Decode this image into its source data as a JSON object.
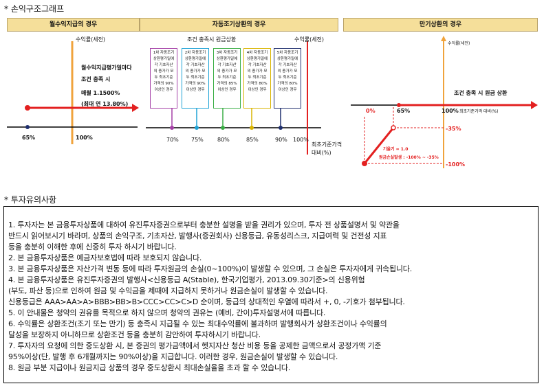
{
  "sections": {
    "structure_title": "손익구조그래프",
    "notice_title": "투자유의사항"
  },
  "headers": {
    "monthly": "월수익지급의 경우",
    "autocall": "자동조기상환의 경우",
    "maturity": "만기상환의 경우"
  },
  "panel1": {
    "axis_label": "수익률(세전)",
    "desc_line1": "월수익지급평가일마다",
    "desc_line2": "조건 충족 시",
    "desc_line3": "매월 1.1500%",
    "desc_line4": "(최대 연 13.80%)",
    "tick_65": "65%",
    "tick_100": "100%"
  },
  "panel2": {
    "title": "조건 충족시 원금상환",
    "axis_label": "수익률(세전)",
    "boxes": [
      {
        "line1": "1차 자동조기",
        "line2": "상환평가일에",
        "line3": "각 기초자산",
        "line4": "의 종가가 모",
        "line5": "두 최초기준",
        "line6": "가격의 90%",
        "line7": "이상인 경우"
      },
      {
        "line1": "2차 자동조기",
        "line2": "상환평가일에",
        "line3": "각 기초자산",
        "line4": "의 종가가 모",
        "line5": "두 최초기준",
        "line6": "가격의 90%",
        "line7": "이상인 경우"
      },
      {
        "line1": "3차 자동조기",
        "line2": "상환평가일에",
        "line3": "각 기초자산",
        "line4": "의 종가가 모",
        "line5": "두 최초기준",
        "line6": "가격의 85%",
        "line7": "이상인 경우"
      },
      {
        "line1": "4차 자동조기",
        "line2": "상환평가일에",
        "line3": "각 기초자산",
        "line4": "의 종가가 모",
        "line5": "두 최초기준",
        "line6": "가격의 80%",
        "line7": "이상인 경우"
      },
      {
        "line1": "5차 자동조기",
        "line2": "상환평가일에",
        "line3": "각 기초자산",
        "line4": "의 종가가 모",
        "line5": "두 최초기준",
        "line6": "가격의 80%",
        "line7": "이상인 경우"
      }
    ],
    "ticks": [
      "70%",
      "75%",
      "80%",
      "85%",
      "90%",
      "100%"
    ],
    "x_label_line1": "최초기준가격",
    "x_label_line2": "대비(%)"
  },
  "panel3": {
    "axis_label": "수익률(세전)",
    "right_label": "조건 충족 시 원금 상환",
    "x_sub_label": "최초기준가격 대비(%)",
    "tick_0": "0%",
    "tick_65": "65%",
    "tick_100": "100%",
    "y_minus35": "-35%",
    "y_minus100": "-100%",
    "slope_label": "기울기 = 1.0",
    "loss_label": "원금손실발생 : -100% ~ -35%"
  },
  "notes": [
    "1. 투자자는 본 금융투자상품에 대하여 유진투자증권으로부터 충분한 설명을 받을 권리가 있으며, 투자 전 상품설명서 및 약관을",
    "    반드시 읽어보시기 바라며, 상품의 손익구조, 기초자산, 발행사(증권회사) 신용등급, 유동성리스크, 지급여력 및 건전성 지표",
    "    등을 충분히 이해한 후에 신중히 투자 하시기 바랍니다.",
    "2. 본 금융투자상품은 예금자보호법에 따라 보호되지 않습니다.",
    "3. 본 금융투자상품은 자산가격 변동 등에 따라 투자원금의 손실(0~100%)이 발생할 수 있으며, 그 손실은 투자자에게 귀속됩니다.",
    "4. 본 금융투자상품은 유진투자증권의 발행사<신용등급 A(Stable), 한국기업평가, 2013.09.30기준>의 신용위험",
    "    (부도, 파산 등)으로 인하여 원금 및 수익금을 제때에 지급하지 못하거나 원금손실이 발생할 수 있습니다.",
    "    신용등급은 AAA>AA>A>BBB>BB>B>CCC>CC>C>D 순이며, 등급의 상대적인 우열에 따라서 +, 0, -기호가 첨부됩니다.",
    "5. 이 안내물은 청약의 권유를 목적으로 하지 않으며 청약의 권유는 (예비, 간이)투자설명서에 따릅니다.",
    "6. 수익률은 상환조건(조기 또는 만기) 등 충족시 지급될 수 있는 최대수익률에 불과하며 발행회사가 상환조건이나 수익률의",
    "    달성을 보장하지 아니하므로 상환조건 등을 충분히 감안하여 투자하시기 바랍니다.",
    "7. 투자자의 요청에 의한 중도상환 시, 본 증권의 평가금액에서 헷지자산 청산 비용 등을 공제한 금액으로서 공정가액 기준",
    "    95%이상(단, 발행 후 6개월까지는 90%이상)을 지급합니다. 이러한 경우, 원금손실이 발생할 수 있습니다.",
    "8. 원금 부분 지급이나 원금지급 상품의 경우 중도상환시 최대손실율을 초과 할 수 있습니다."
  ],
  "colors": {
    "header_bg": "#f5df9a",
    "red": "#e32020",
    "orange": "#f0a33c",
    "navy": "#1f2f6e",
    "box_colors": [
      "#a43fa6",
      "#1fa3d6",
      "#3aae45",
      "#d9b400",
      "#1f2f6e"
    ]
  }
}
